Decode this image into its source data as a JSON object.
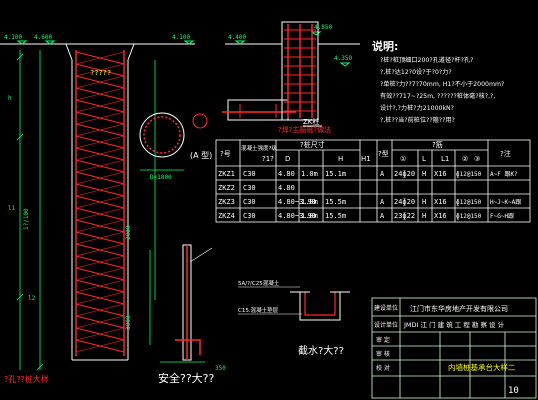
{
  "colors": {
    "background": "#000000",
    "structure": "#ff2a2a",
    "line": "#ffffff",
    "dimension": "#00ff66",
    "annotation": "#ffff00",
    "frame": "#d4ffd4"
  },
  "elevations": {
    "left_outer": "4.100",
    "left_inner": "4.600",
    "top_right": "4.100",
    "mid": "4.400",
    "small": "4.350",
    "col_top": "4.850"
  },
  "labels": {
    "pile_caption": "?孔??桩大样",
    "section_caption": "(A 型)",
    "section_dim": "D<1800",
    "stirrup_caption": "?焊?主筋箍?做法",
    "zk_tag": "ZK柱",
    "safety_caption": "安全??大??",
    "water_caption": "截水?大??",
    "ground_note": "5A/?/C25混凝土",
    "bottom_note": "C15.混凝土垫层",
    "left_dim": "1?/100",
    "mid_dim": "?层开?100",
    "side_dims": [
      "h",
      "l1",
      "l2",
      "2000",
      "3000"
    ]
  },
  "notes": {
    "title": "说明:",
    "lines": [
      "?桩?桩顶细口200?孔道径?杆?孔?",
      "?,桩?达12?0设?于?0?力?",
      "?单桩?力??7?70mm, H1?不小于2000mm?",
      "有效??717~?25m, ??????桩体毫?核?,?,",
      "设计?,?力桩?力21000kN?",
      "?,桩??当?前桩位??箍??用?"
    ]
  },
  "table": {
    "headers": {
      "no": "?号",
      "concrete": "混凝土强度?级",
      "elev_top": "?1?",
      "dims_group": "?桩尺寸",
      "d": "D",
      "h": "H",
      "h1": "H1",
      "type": "?型",
      "reinf_group": "?筋",
      "main": "①",
      "len": "L",
      "l1": "L1",
      "stir1": "②",
      "stir2": "③",
      "remark": "?注"
    },
    "rows": [
      {
        "no": "ZKZ1",
        "grade": "C30",
        "elev": "4.80",
        "d": "1.0m",
        "h": "15.1m",
        "h1": "",
        "type": "A",
        "main": "24ɸ20",
        "len": "H",
        "l1": "X16",
        "stir1": "ɸ12@150",
        "stir2": "ɸ12@150",
        "remark": "A~F 跟K?"
      },
      {
        "no": "ZKZ2",
        "grade": "C30",
        "elev": "4.80",
        "d": "",
        "h": "",
        "h1": "",
        "type": "",
        "main": "",
        "len": "",
        "l1": "",
        "stir1": "",
        "stir2": "",
        "remark": ""
      },
      {
        "no": "ZKZ3",
        "grade": "C30",
        "elev": "4.80~3.90",
        "d": "1.0m",
        "h": "15.5m",
        "h1": "",
        "type": "A",
        "main": "24ɸ20",
        "len": "H",
        "l1": "X16",
        "stir1": "ɸ12@150",
        "stir2": "ɸ12@150",
        "remark": "H~J~K~A跟"
      },
      {
        "no": "ZKZ4",
        "grade": "C30",
        "elev": "4.80~3.90",
        "d": "1.0m",
        "h": "15.5m",
        "h1": "",
        "type": "A",
        "main": "23ɸ22",
        "len": "H",
        "l1": "X16",
        "stir1": "ɸ12@150",
        "stir2": "ɸ12@150",
        "remark": "F~G~H跟"
      }
    ]
  },
  "title_block": {
    "r1_label": "建设单位",
    "r1_value": "江门市东华房地产开发有限公司",
    "r2_label": "设计单位",
    "r2_value": "JMDI 江 门 建 筑 工 程 勘 察 设 计",
    "r3_label": "审 定",
    "r4_label": "审 核",
    "r5_label": "校 对",
    "drawing_title": "内墙桩基承台大样二",
    "sheet_no": "10"
  }
}
